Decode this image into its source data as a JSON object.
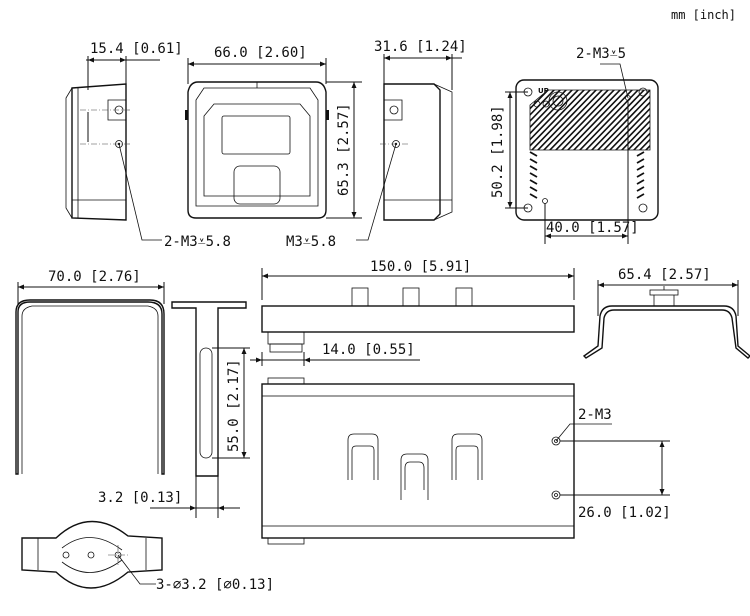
{
  "units": "mm [inch]",
  "dimensions": {
    "front_width": "66.0 [2.60]",
    "side_depth": "15.4 [0.61]",
    "right_depth": "31.6 [1.24]",
    "front_height": "65.3 [2.57]",
    "back_hole_label": "2-M3",
    "back_height": "50.2 [1.98]",
    "back_width": "40.0 [1.57]",
    "side_hole_left": "2-M3",
    "side_hole_right": "M3",
    "bracket_width": "70.0 [2.76]",
    "plate_length": "150.0 [5.91]",
    "bracket_right_width": "65.4 [2.57]",
    "plate_offset": "14.0 [0.55]",
    "slot_length": "55.0 [2.17]",
    "thickness": "3.2 [0.13]",
    "plate_holes": "2-M3",
    "hole_spacing": "26.0 [1.02]",
    "round_holes": "3-⌀3.2 [⌀0.13]"
  },
  "thread_depths": {
    "back_hole": "5",
    "side_hole_left": "5.8",
    "side_hole_right": "5.8"
  },
  "markings": {
    "up_label": "UP"
  }
}
